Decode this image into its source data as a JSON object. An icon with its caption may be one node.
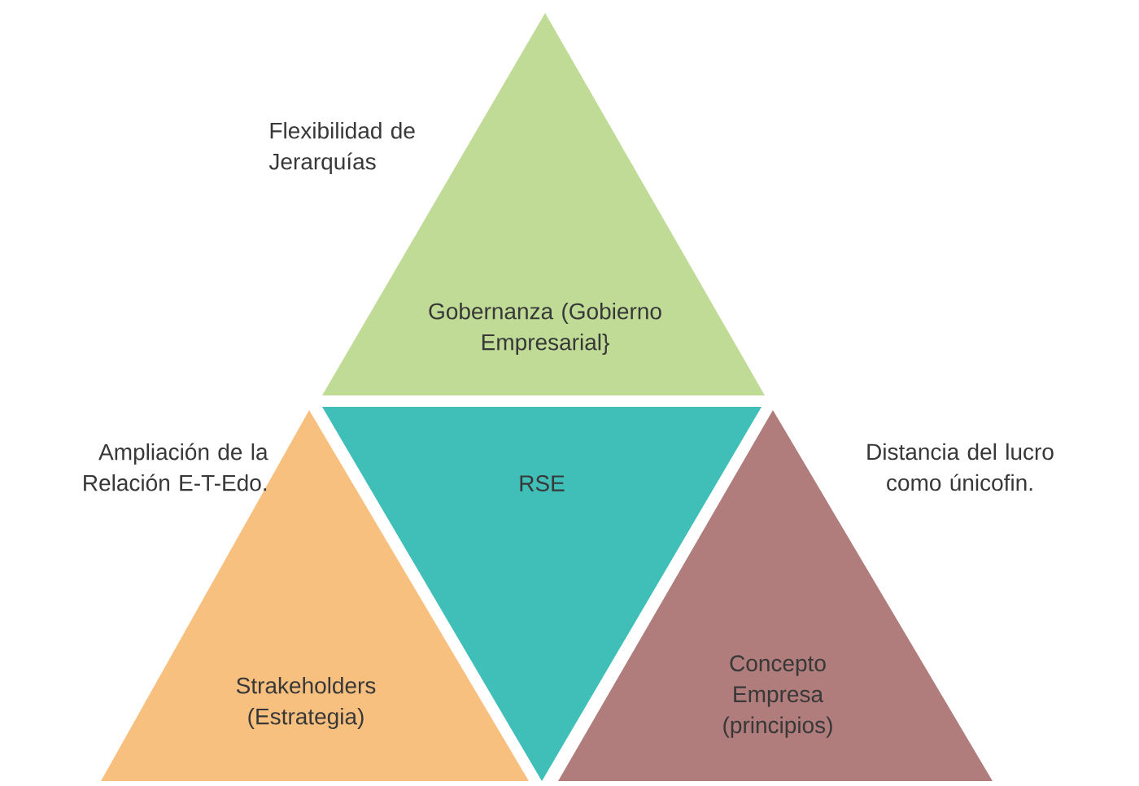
{
  "diagram": {
    "nodes": [
      {
        "text": [
          "Gobernanza (Gobierno Empresarial}"
        ]
      },
      {
        "text": [
          "RSE"
        ]
      },
      {
        "text": [
          "Strakeholders (Estrategia)"
        ]
      },
      {
        "text": [
          "Concepto Empresa (principios)"
        ]
      }
    ],
    "labels": [
      "Flexibilidad de Jerarquías",
      "Ampliación de la Relación E-T-Edo.",
      "Distancia del lucro como únicofin."
    ]
  }
}
